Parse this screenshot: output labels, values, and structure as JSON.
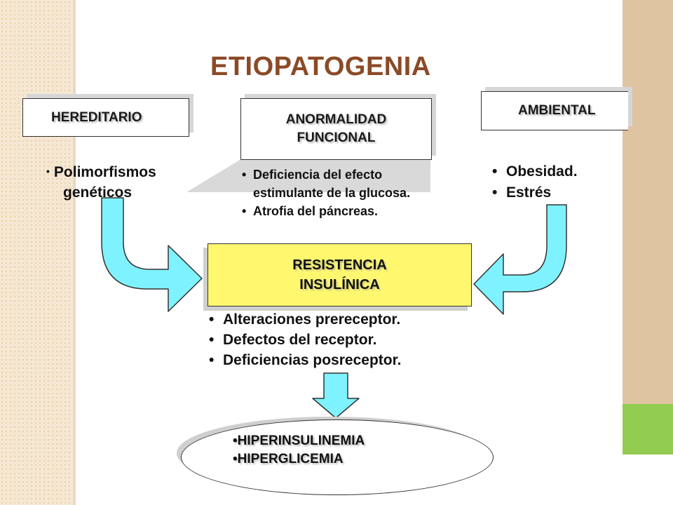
{
  "title": "ETIOPATOGENIA",
  "hereditario": {
    "label": "HEREDITARIO",
    "items": [
      "Polimorfismos",
      "genéticos"
    ]
  },
  "anormalidad": {
    "label_line1": "ANORMALIDAD",
    "label_line2": "FUNCIONAL",
    "items": [
      {
        "bullet": "•",
        "text": "Deficiencia del efecto"
      },
      {
        "bullet": "",
        "text": "estimulante de la glucosa."
      },
      {
        "bullet": "•",
        "text": "Atrofia del páncreas."
      }
    ]
  },
  "ambiental": {
    "label": "AMBIENTAL",
    "items": [
      "Obesidad.",
      "Estrés"
    ]
  },
  "resistencia": {
    "line1": "RESISTENCIA",
    "line2": "INSULÍNICA",
    "items": [
      "Alteraciones prereceptor.",
      "Defectos del receptor.",
      "Deficiencias posreceptor."
    ]
  },
  "resultado": {
    "items": [
      "•HIPERINSULINEMIA",
      "•HIPERGLICEMIA"
    ]
  },
  "colors": {
    "title": "#8b4a26",
    "arrow_fill": "#7ff2ff",
    "central_fill": "#fff86e",
    "accent_green": "#92cc50",
    "band_tan": "#dfc4a2"
  }
}
